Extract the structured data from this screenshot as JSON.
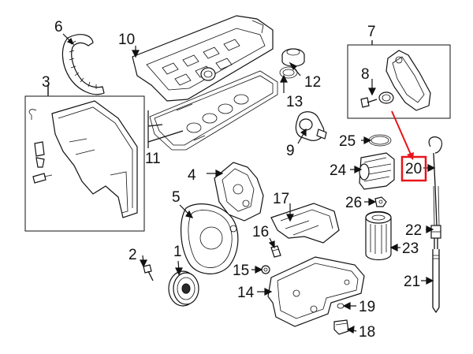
{
  "callouts": {
    "c1": "1",
    "c2": "2",
    "c3": "3",
    "c4": "4",
    "c5": "5",
    "c6": "6",
    "c7": "7",
    "c8": "8",
    "c9": "9",
    "c10": "10",
    "c11": "11",
    "c12": "12",
    "c13": "13",
    "c14": "14",
    "c15": "15",
    "c16": "16",
    "c17": "17",
    "c18": "18",
    "c19": "19",
    "c20": "20",
    "c21": "21",
    "c22": "22",
    "c23": "23",
    "c24": "24",
    "c25": "25",
    "c26": "26"
  },
  "highlight": {
    "part": "20",
    "color": "#e8141c"
  },
  "colors": {
    "line": "#111111",
    "background": "#ffffff"
  }
}
